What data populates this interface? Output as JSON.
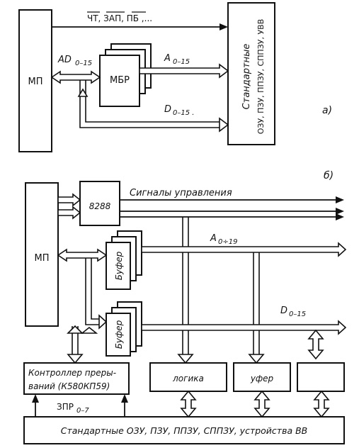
{
  "diagram_a": {
    "label": "а)",
    "mp": "МП",
    "mbr": "МБР",
    "signals": "ЧТ, ЗАП, ПБ ,...",
    "ad_bus": "AD",
    "ad_bus_sub": "0–15",
    "a_bus": "A",
    "a_bus_sub": "0–15",
    "d_bus": "D",
    "d_bus_sub": "0–15 .",
    "std_title": "Стандартные",
    "std_list": "ОЗУ, ПЗУ, ППЗУ, СППЗУ, УВВ"
  },
  "diagram_b": {
    "label": "б)",
    "mp": "МП",
    "chip_8288": "8288",
    "control_signals": "Сигналы управления",
    "a_bus": "A",
    "a_bus_sub": "0÷19",
    "d_bus": "D",
    "d_bus_sub": "0–15",
    "buffer1": "Буфер",
    "buffer2": "Буфер",
    "intc_line1": "Контроллер преры-",
    "intc_line2": "ваний (К580КП59)",
    "zpr": "ЗПР",
    "zpr_sub": "0–7",
    "logic": "логика",
    "buffer3": "уфер",
    "std_bottom": "Стандартные ОЗУ, ПЗУ, ППЗУ, СППЗУ, устройства ВВ"
  }
}
